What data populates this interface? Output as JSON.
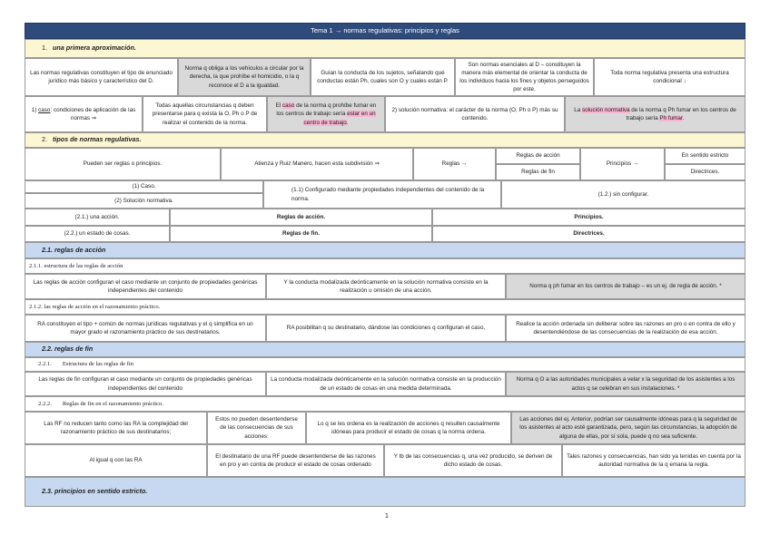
{
  "title": "Tema 1 → normas regulativas: principios y reglas",
  "sec1": {
    "num": "1.",
    "label": "una primera aproximación."
  },
  "row1": [
    "Las normas regulativas constituyen el tipo de enunciado jurídico más básico y característico del D.",
    "Norma q obliga a los vehículos a circular por la derecha, la que prohíbe el homicidio, o la q reconoce el D a la igualdad.",
    "Guían la conducta de los sujetos, señalando qué conductas están Ph, cuales son O y cuales están P.",
    "Son normas esenciales al D – constituyen la manera más elemental de orientar la conducta de los individuos hacia los fines y objetos perseguidos por este.",
    "Toda norma regulativa presenta una estructura condicional ↓"
  ],
  "row2": {
    "c1_a": "1) ",
    "c1_u": "caso",
    "c1_b": ": condiciones de aplicación de las normas ⇒",
    "c2": "Todas aquellas circunstancias q deben presentarse para q exista la O, Ph o P de realizar el contenido de la norma.",
    "c3_a": "El ",
    "c3_h1": "caso",
    "c3_b": " de la norma q prohíbe fumar en los centros de trabajo sería ",
    "c3_h2": "estar en un centro de trabajo",
    "c3_c": ".",
    "c4": "2) solución normativa: el carácter de la norma (O, Ph o P) más su contenido.",
    "c5_a": "La ",
    "c5_h1": "solución normativa",
    "c5_b": " de la norma q Ph fumar en los centros de trabajo sería ",
    "c5_h2": "Ph fumar",
    "c5_c": "."
  },
  "sec2": {
    "num": "2.",
    "label": "tipos de normas regulativas."
  },
  "row3": {
    "c1": "Pueden ser reglas o principios.",
    "c2": "Atienza y Ruiz Manero, hacen esta subdivisión ⇒",
    "c3": "Reglas →",
    "c4a": "Reglas de acción",
    "c4b": "Reglas de fin",
    "c5": "Principios →",
    "c6a": "En sentido estricto",
    "c6b": "Directrices."
  },
  "row4": {
    "l1": "(1)  Caso.",
    "l2": "(2)  Solución normativa.",
    "m": "(1.1)      Configurado mediante propiedades independientes del contenido de la norma.",
    "r": "(1.2.) sin configurar."
  },
  "row5": {
    "a": "(2.1.) una acción.",
    "b": "Reglas de acción.",
    "c": "Principios."
  },
  "row6": {
    "a": "(2.2.) un estado de cosas.",
    "b": "Reglas de fin.",
    "c": "Directrices."
  },
  "sec21": {
    "label": "2.1. reglas de acción"
  },
  "sub211": "2.1.1. estructura de las reglas de acción",
  "row7": [
    "Las reglas de acción configuran el caso mediante un conjunto de propiedades genéricas independientes del contenido",
    "Y la conducta modalizada deónticamente en la solución normativa consiste en la realización u omisión de una acción.",
    "Norma q ph fumar en los centros de trabajo – es un ej. de regla de acción. *"
  ],
  "sub212": "2.1.2. las reglas de acción en el razonamiento práctico.",
  "row8": [
    "RA constituyen el tipo + común de normas jurídicas regulativas y el q simplifica en un mayor grado el razonamiento práctico de sus destinatarios.",
    "RA posibilitan q su destinatario, dándose las condiciones q configuran el caso,",
    "Realice la acción ordenada sin deliberar sobre las razones en pro o en contra de ello y desentendiéndose de las consecuencias de la realización de esa acción."
  ],
  "sec22": {
    "label": "2.2. reglas de fin"
  },
  "sub221": {
    "num": "2.2.1.",
    "label": "Estructura de las reglas de fin"
  },
  "row9": [
    "Las reglas de fin configuran el caso mediante un conjunto de propiedades genéricas independientes del contenido",
    "La conducta modalizada deónticamente en la solución normativa consiste en la producción de un estado de cosas en una medida determinada.",
    "Norma q O a las autoridades municipales a velar x la seguridad de los asistentes a los actos q se celebran en sus instalaciones. *"
  ],
  "sub222": {
    "num": "2.2.2.",
    "label": "Reglas de fin en el razonamiento práctico."
  },
  "row10": [
    "Las RF no reducen tanto como las RA la complejidad del razonamiento práctico de sus destinatarios;",
    "Estos no pueden desentenderse de las consecuencias de sus acciones:",
    "Lo q se les ordena es la realización de acciones q resulten causalmente idóneas para producir el estado de cosas q la norma ordena.",
    "Las acciones del ej. Anterior, podrían ser causalmente idóneas para q la seguridad de los asistentes al acto esté garantizada, pero, según las circunstancias, la adopción de alguna de ellas, por sí sola, puede q no sea suficiente."
  ],
  "row11": [
    "Al igual q con las RA",
    "El destinatario de una RF puede desentenderse de las razones en pro y en contra de producir el estado de cosas ordenado",
    "Y tb de las consecuencias q, una vez producido, se deriven de dicho estado de cosas.",
    "Tales razones y consecuencias, han sido ya tenidas en cuenta por la autoridad normativa de la q emana la regla."
  ],
  "sec23": {
    "label": "2.3. principios en sentido estricto."
  },
  "page_number": "1",
  "colors": {
    "title_band": "#2f4b7c",
    "yellow_band": "#fdf6d3",
    "blue_band": "#c6d9f1",
    "grey_cell": "#d9d9d9",
    "highlight": "#f7b6d2"
  }
}
